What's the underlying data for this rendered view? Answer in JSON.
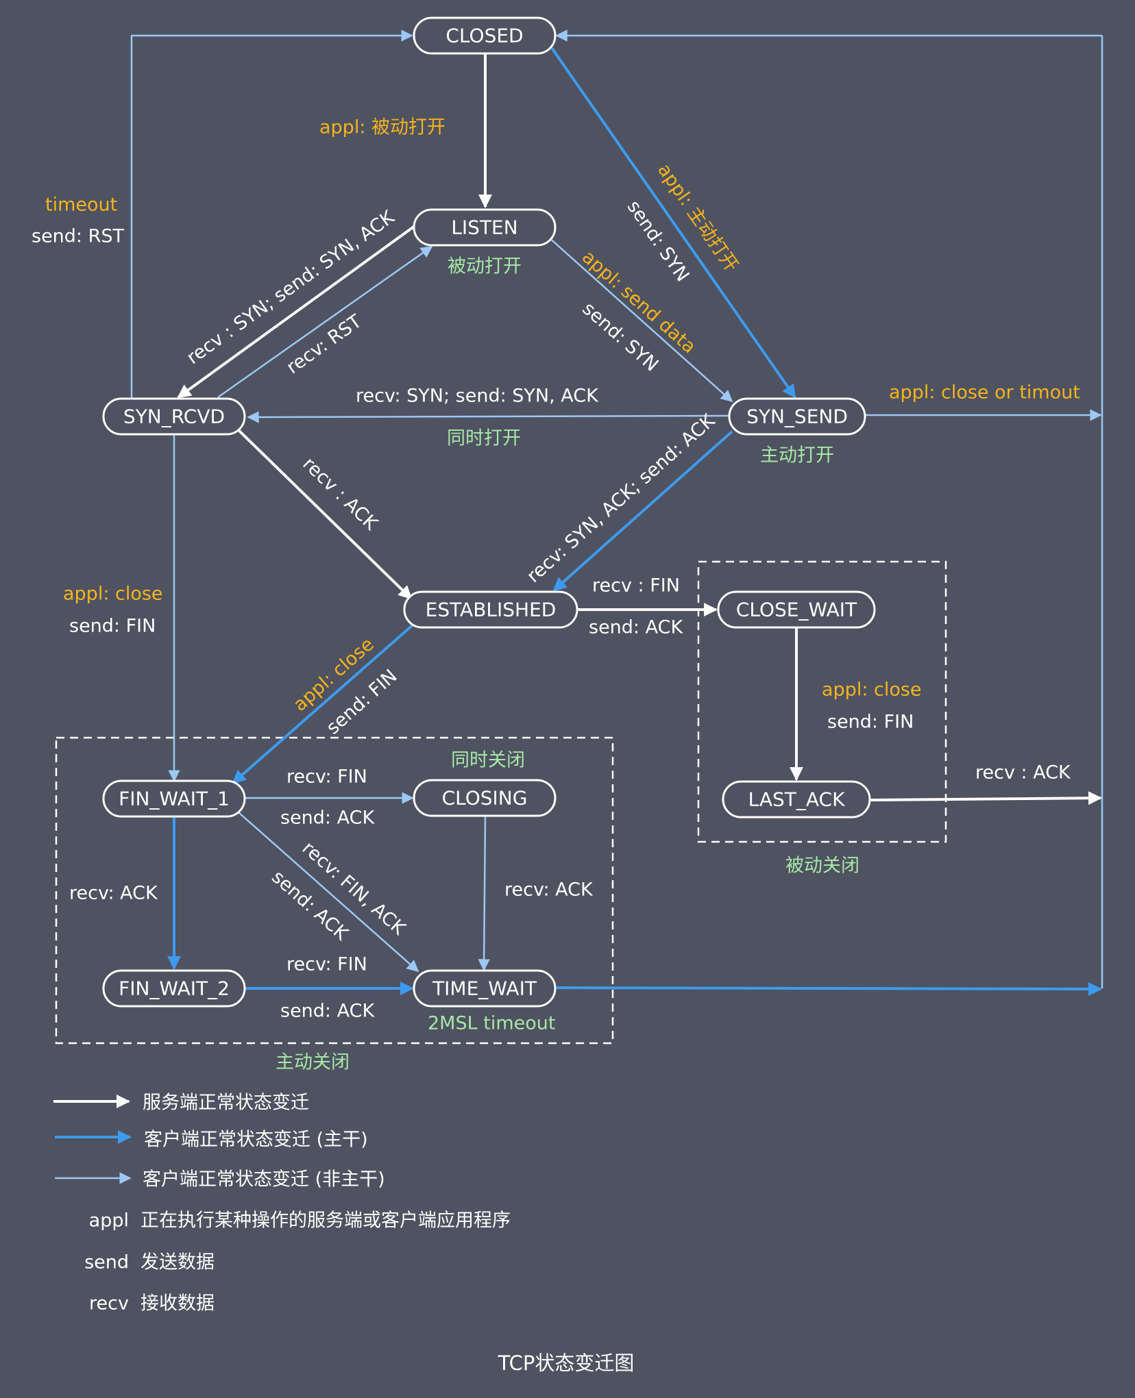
{
  "colors": {
    "background": "#4f5260",
    "server": "#ffffff",
    "client_main": "#3d9bef",
    "client_secondary": "#9cc8f5",
    "appl_label": "#f5b51b",
    "note_label": "#a6e8a8"
  },
  "states": {
    "closed": "CLOSED",
    "listen": "LISTEN",
    "syn_rcvd": "SYN_RCVD",
    "syn_send": "SYN_SEND",
    "established": "ESTABLISHED",
    "close_wait": "CLOSE_WAIT",
    "last_ack": "LAST_ACK",
    "fin_wait_1": "FIN_WAIT_1",
    "closing": "CLOSING",
    "fin_wait_2": "FIN_WAIT_2",
    "time_wait": "TIME_WAIT"
  },
  "labels": {
    "closed_listen_appl": "appl: 被动打开",
    "timeout": "timeout",
    "send_rst": "send: RST",
    "listen_note": "被动打开",
    "recv_syn_send_synack": "recv : SYN; send: SYN, ACK",
    "recv_rst": "recv: RST",
    "closed_synsend_appl": "appl: 主动打开",
    "closed_synsend_send": "send: SYN",
    "listen_synsend_appl": "appl: send data",
    "listen_synsend_send": "send: SYN",
    "simul_open_top": "recv: SYN; send: SYN, ACK",
    "simul_open_note": "同时打开",
    "close_or_timeout": "appl: close or timout",
    "synsend_note": "主动打开",
    "recv_ack_diag": "recv : ACK",
    "recv_synack_send_ack": "recv: SYN, ACK; send: ACK",
    "syn_rcvd_appl_close": "appl: close",
    "syn_rcvd_send_fin": "send: FIN",
    "recv_fin_top": "recv : FIN",
    "send_ack_est": "send: ACK",
    "cw_appl_close": "appl: close",
    "cw_send_fin": "send: FIN",
    "est_appl_close": "appl: close",
    "est_send_fin": "send: FIN",
    "passive_close_recv_ack": "recv : ACK",
    "passive_close_note": "被动关闭",
    "simul_close_note": "同时关闭",
    "fw1_recv_fin": "recv: FIN",
    "fw1_send_ack": "send: ACK",
    "fw1_recv_ack": "recv: ACK",
    "fw1_recv_finack": "recv: FIN, ACK",
    "fw1_send_ack2": "send: ACK",
    "closing_recv_ack": "recv: ACK",
    "fw2_recv_fin": "recv: FIN",
    "fw2_send_ack": "send: ACK",
    "msl_timeout": "2MSL timeout",
    "active_close_note": "主动关闭"
  },
  "legend": [
    {
      "key": "",
      "text": "服务端正常状态变迁",
      "line": "server"
    },
    {
      "key": "",
      "text": "客户端正常状态变迁 (主干)",
      "line": "client_main"
    },
    {
      "key": "",
      "text": "客户端正常状态变迁 (非主干)",
      "line": "client_secondary"
    },
    {
      "key": "appl",
      "text": "正在执行某种操作的服务端或客户端应用程序"
    },
    {
      "key": "send",
      "text": "发送数据"
    },
    {
      "key": "recv",
      "text": "接收数据"
    }
  ],
  "caption": "TCP状态变迁图"
}
